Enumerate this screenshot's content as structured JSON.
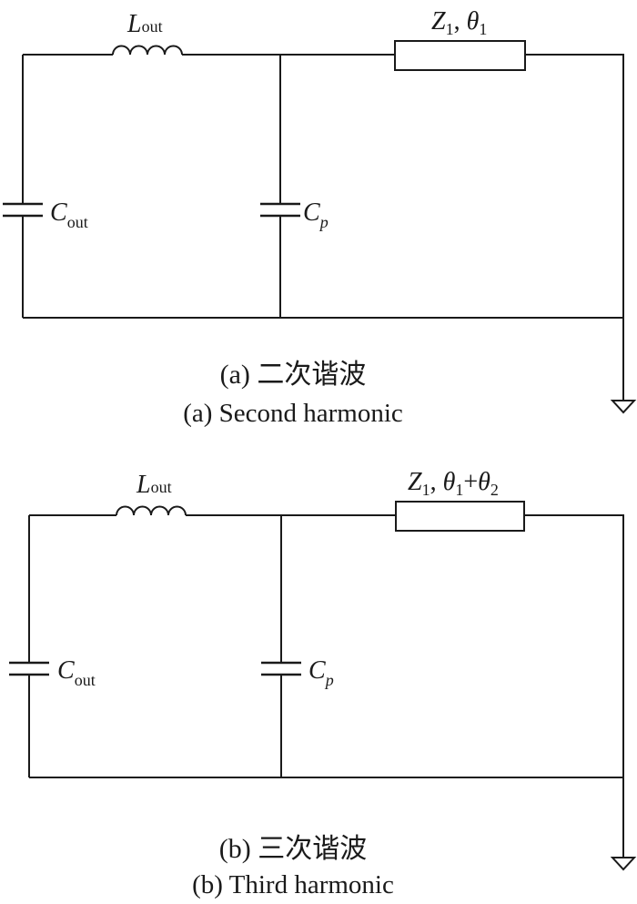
{
  "figures": [
    {
      "id": "a",
      "components": {
        "inductor": {
          "symbol": "L",
          "sub": "out"
        },
        "tline": {
          "symbol": "Z",
          "sub": "1",
          "sep": ", ",
          "theta": "θ",
          "theta_sub": "1",
          "extra": []
        },
        "cap_out": {
          "symbol": "C",
          "sub": "out"
        },
        "cap_p": {
          "symbol": "C",
          "sub": "p"
        }
      },
      "caption_cn": "(a) 二次谐波",
      "caption_en": "(a) Second harmonic"
    },
    {
      "id": "b",
      "components": {
        "inductor": {
          "symbol": "L",
          "sub": "out"
        },
        "tline": {
          "symbol": "Z",
          "sub": "1",
          "sep": ", ",
          "theta": "θ",
          "theta_sub": "1",
          "extra": [
            "+",
            "θ",
            "2"
          ]
        },
        "cap_out": {
          "symbol": "C",
          "sub": "out"
        },
        "cap_p": {
          "symbol": "C",
          "sub": "p"
        }
      },
      "caption_cn": "(b) 三次谐波",
      "caption_en": "(b) Third harmonic"
    }
  ]
}
